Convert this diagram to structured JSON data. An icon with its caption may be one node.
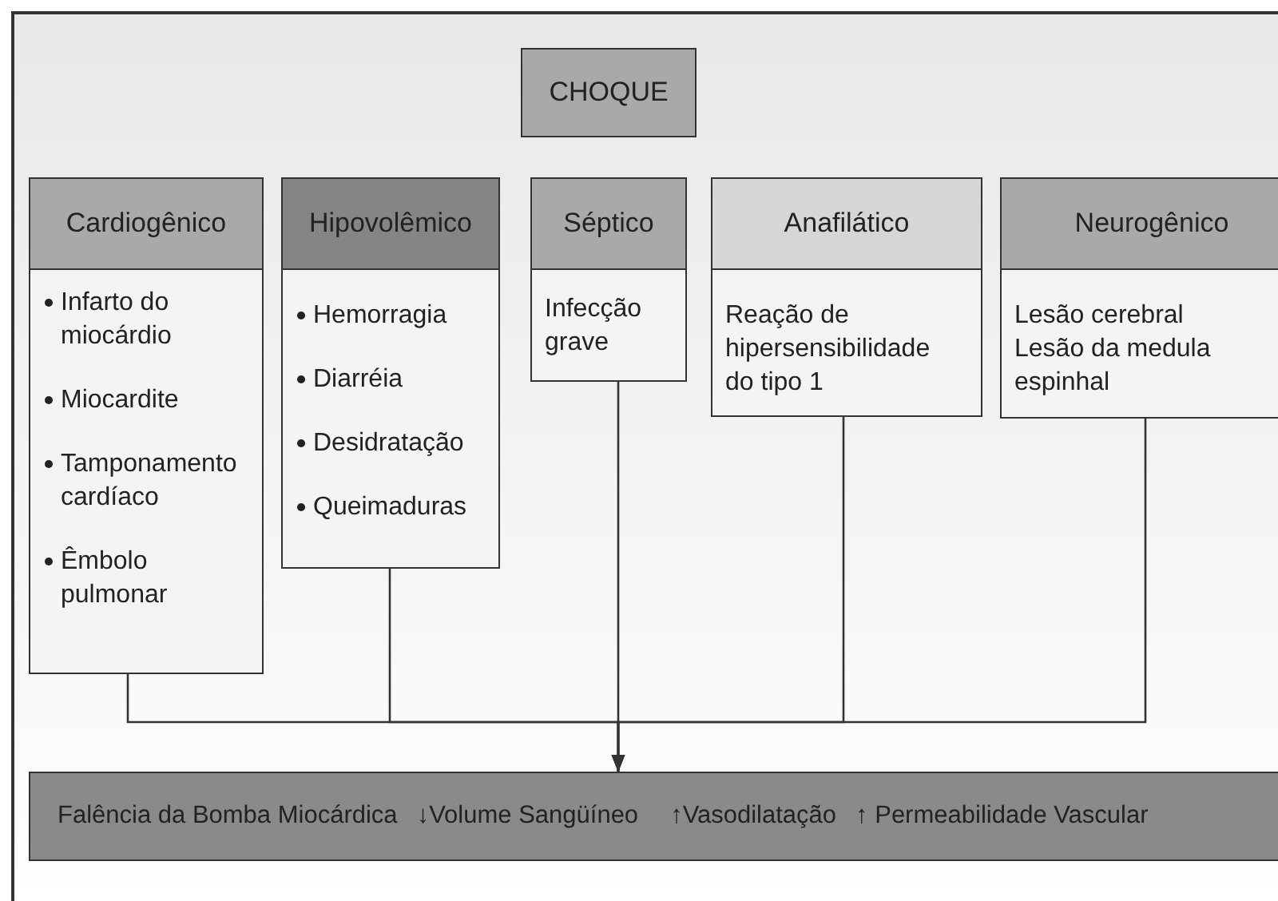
{
  "diagram": {
    "nodes": [
      {
        "text": [
          "CHOQUE"
        ]
      },
      {
        "text": [
          "Cardiogênico",
          "Infarto do miocárdio",
          "Miocardite",
          "Tamponamento cardíaco",
          "Êmbolo pulmonar"
        ]
      },
      {
        "text": [
          "Hipovolêmico",
          "Hemorragia",
          "Diarréia",
          "Desidratação",
          "Queimaduras"
        ]
      },
      {
        "text": [
          "Séptico",
          "Infecção grave"
        ]
      },
      {
        "text": [
          "Anafilático",
          "Reação de hipersensibilidade do tipo 1"
        ]
      },
      {
        "text": [
          "Neurogênico",
          "Lesão cerebral",
          "Lesão da medula espinhal"
        ]
      },
      {
        "text": [
          "Falência da Bomba Miocárdica",
          "↓Volume Sangüíneo",
          "↑Vasodilatação",
          "↑ Permeabilidade Vascular"
        ]
      }
    ],
    "edges": [
      {
        "from": 1,
        "to": 6,
        "arrow": "to"
      },
      {
        "from": 2,
        "to": 6,
        "arrow": "to"
      },
      {
        "from": 3,
        "to": 6,
        "arrow": "to"
      },
      {
        "from": 4,
        "to": 6,
        "arrow": "to"
      },
      {
        "from": 5,
        "to": 6,
        "arrow": "to"
      }
    ]
  }
}
